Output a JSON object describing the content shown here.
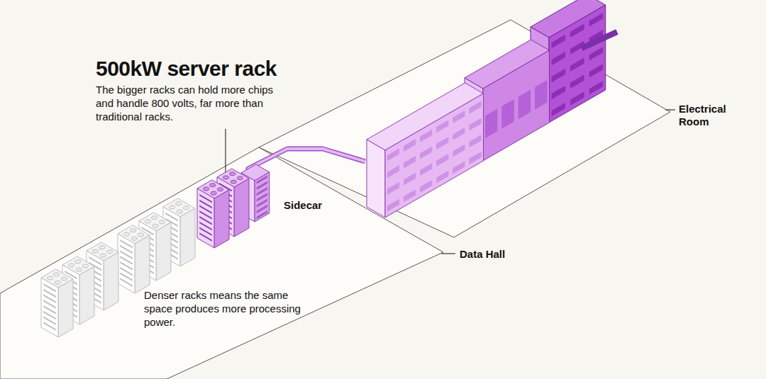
{
  "diagram": {
    "title": "500kW server rack",
    "labels": [
      "The bigger racks can hold more chips and handle 800 volts, far more than traditional racks.",
      "Sidecar",
      "Electrical Room",
      "Data Hall",
      "Denser racks means the same space produces more processing power."
    ]
  }
}
